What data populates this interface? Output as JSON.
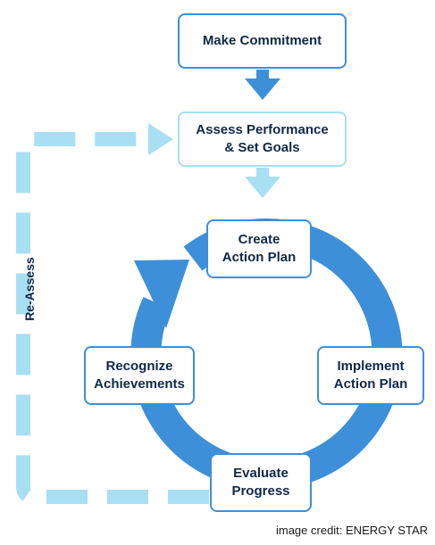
{
  "colors": {
    "dark_blue": "#3d8fd9",
    "light_blue": "#a9dff2",
    "text": "#10284a"
  },
  "steps": {
    "make_commitment": {
      "line1": "Make Commitment"
    },
    "assess": {
      "line1": "Assess Performance",
      "line2": "& Set Goals"
    },
    "create": {
      "line1": "Create",
      "line2": "Action Plan"
    },
    "implement": {
      "line1": "Implement",
      "line2": "Action Plan"
    },
    "evaluate": {
      "line1": "Evaluate",
      "line2": "Progress"
    },
    "recognize": {
      "line1": "Recognize",
      "line2": "Achievements"
    }
  },
  "reassess_label": "Re-Assess",
  "credit": "image credit: ENERGY STAR"
}
